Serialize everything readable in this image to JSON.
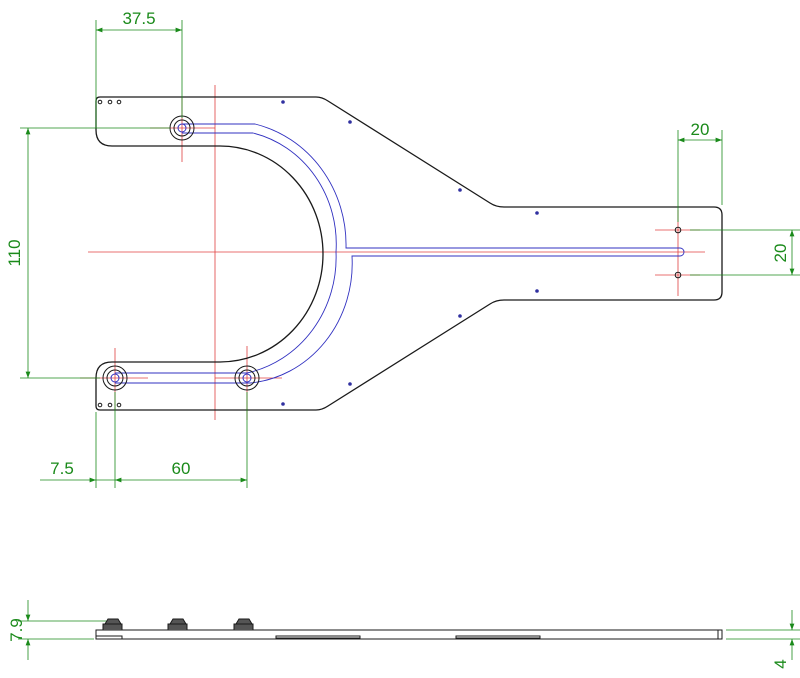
{
  "drawing": {
    "dimensions": {
      "top_width": "37.5",
      "right_width": "20",
      "left_height": "110",
      "right_height": "20",
      "bottom_offset": "7.5",
      "bottom_spacing": "60",
      "side_height": "7.9",
      "side_thickness": "4"
    },
    "colors": {
      "outline": "#1a1a1a",
      "dimension": "#1a8a1a",
      "centerline": "#e04040",
      "channel": "#3030c0"
    }
  }
}
